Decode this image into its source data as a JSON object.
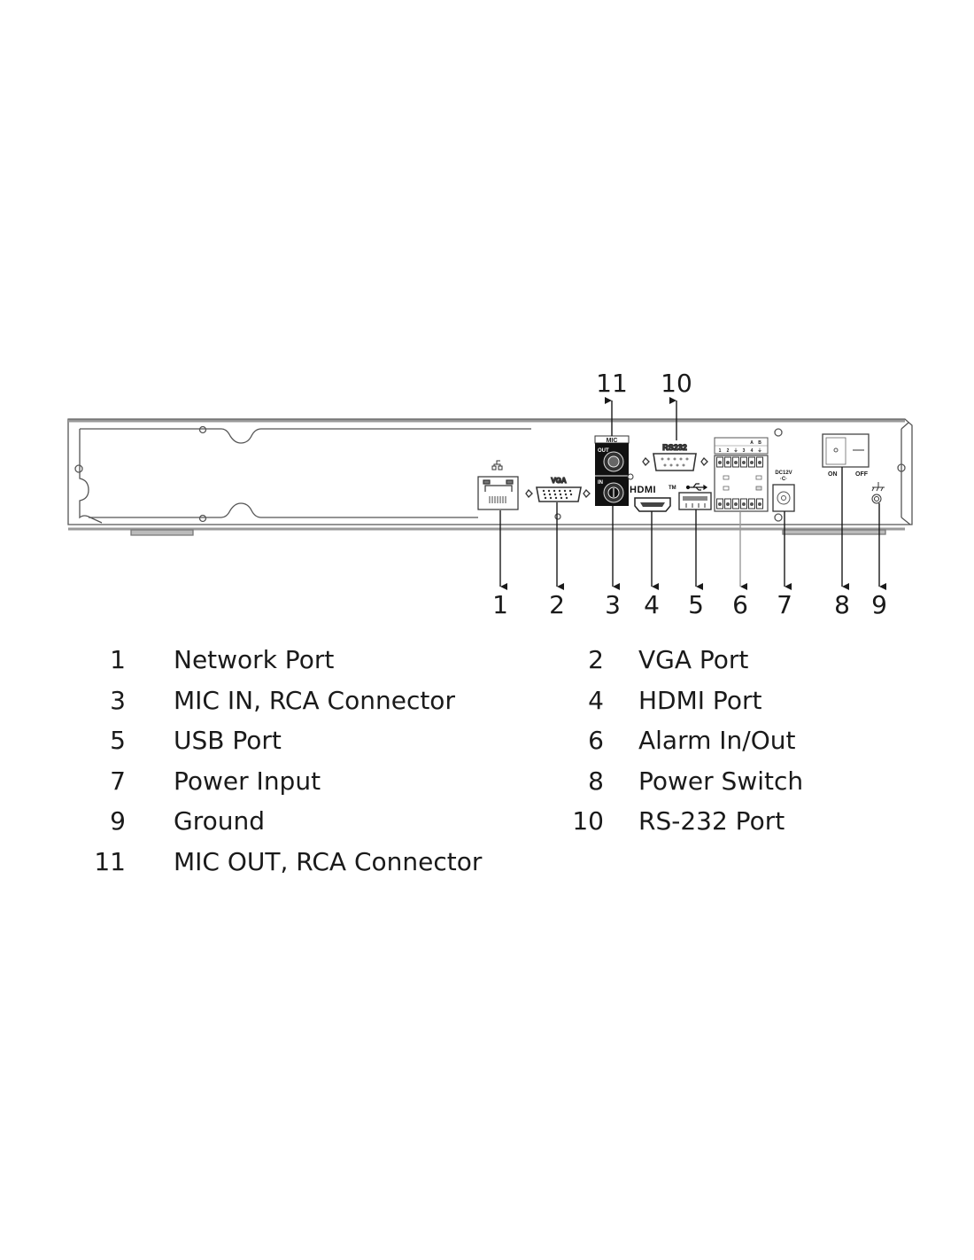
{
  "diagram": {
    "title": "Rear panel",
    "panel_labels": {
      "mic": "MIC",
      "mic_out": "OUT",
      "mic_in": "IN",
      "rs232": "RS232",
      "vga": "VGA",
      "hdmi": "HDMI",
      "hdmi_tm": "TM",
      "power_in": "DC12V",
      "power_polarity": "·C·",
      "switch_on": "ON",
      "switch_off": "OFF",
      "alarm_top": [
        "1",
        "2",
        "⏚",
        "3",
        "4",
        "⏚"
      ],
      "alarm_group": [
        "A",
        "B"
      ]
    },
    "callouts_bottom": [
      "1",
      "2",
      "3",
      "4",
      "5",
      "6",
      "7",
      "8",
      "9"
    ],
    "callouts_top": [
      "11",
      "10"
    ]
  },
  "legend": {
    "items": [
      {
        "num": "1",
        "label": "Network Port"
      },
      {
        "num": "2",
        "label": "VGA Port"
      },
      {
        "num": "3",
        "label": "MIC IN, RCA Connector"
      },
      {
        "num": "4",
        "label": "HDMI Port"
      },
      {
        "num": "5",
        "label": "USB Port"
      },
      {
        "num": "6",
        "label": "Alarm In/Out"
      },
      {
        "num": "7",
        "label": "Power Input"
      },
      {
        "num": "8",
        "label": "Power Switch"
      },
      {
        "num": "9",
        "label": "Ground"
      },
      {
        "num": "10",
        "label": "RS-232 Port"
      },
      {
        "num": "11",
        "label": "MIC OUT, RCA Connector"
      }
    ]
  },
  "colors": {
    "line": "#1a1a1a",
    "chassis": "#555555",
    "light_line": "#9a9a9a",
    "mic_block": "#111111"
  }
}
